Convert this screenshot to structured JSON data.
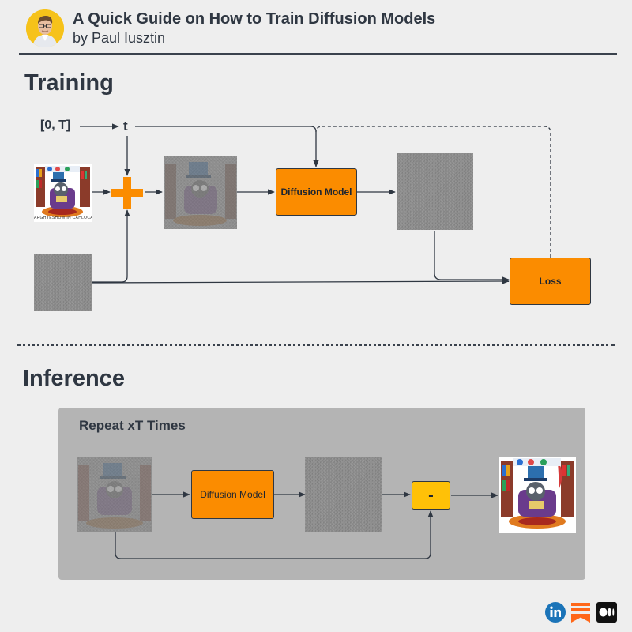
{
  "header": {
    "title": "A Quick Guide on How to Train Diffusion Models",
    "author": "by Paul Iusztin"
  },
  "training": {
    "section_title": "Training",
    "range_label": "[0, T]",
    "t_label": "t",
    "image_caption": "ARGHYESHOW IN CAHLOCAY M",
    "diffusion_model_label": "Diffusion Model",
    "loss_label": "Loss"
  },
  "inference": {
    "section_title": "Inference",
    "repeat_label": "Repeat xT Times",
    "diffusion_model_label": "Diffusion Model",
    "subtract_label": "-"
  },
  "colors": {
    "model_box": "#fb8c00",
    "subtract_box": "#ffc107",
    "plus_sign": "#fb8c00",
    "panel": "#b4b4b4",
    "text": "#2f3742",
    "avatar_bg": "#f6c21a"
  },
  "icons": {
    "avatar": "author-avatar",
    "plus": "plus-icon",
    "linkedin": "linkedin-icon",
    "substack": "substack-icon",
    "medium": "medium-icon"
  }
}
